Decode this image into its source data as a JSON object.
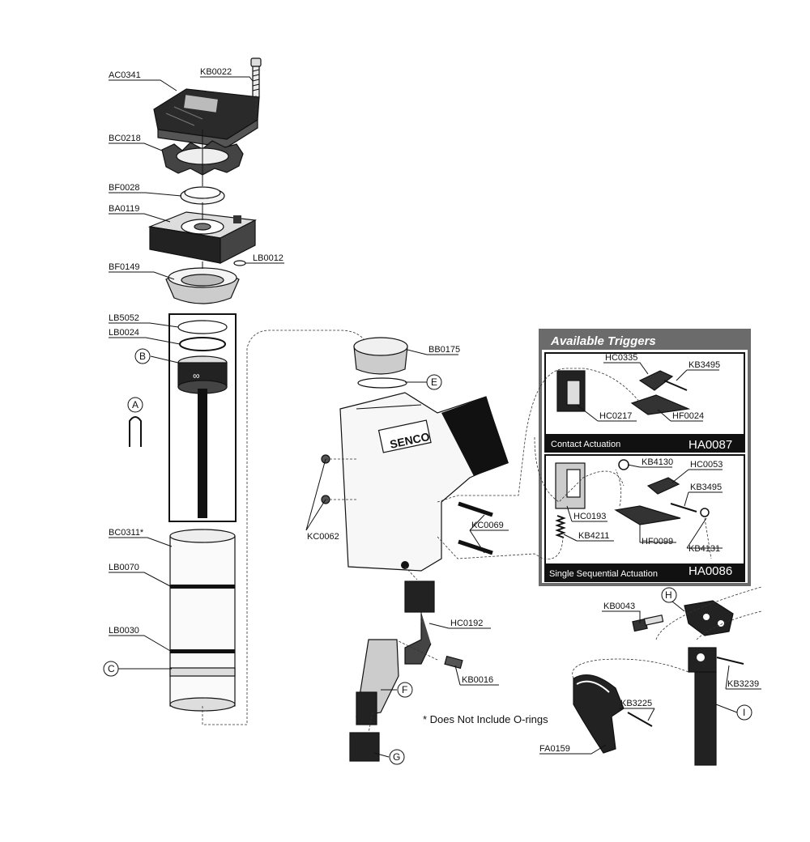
{
  "parts": {
    "ac0341": "AC0341",
    "kb0022": "KB0022",
    "bc0218": "BC0218",
    "bf0028": "BF0028",
    "ba0119": "BA0119",
    "lb0012": "LB0012",
    "bf0149": "BF0149",
    "lb5052": "LB5052",
    "lb0024": "LB0024",
    "bc0311": "BC0311*",
    "lb0070": "LB0070",
    "lb0030": "LB0030",
    "bb0175": "BB0175",
    "kc0062": "KC0062",
    "kc0069": "KC0069",
    "hc0192": "HC0192",
    "kb0016": "KB0016",
    "kb0043": "KB0043",
    "kb3239": "KB3239",
    "kb3225": "KB3225",
    "fa0159": "FA0159",
    "hc0335": "HC0335",
    "kb3495a": "KB3495",
    "hc0217": "HC0217",
    "hf0024": "HF0024",
    "kb4130": "KB4130",
    "hc0053": "HC0053",
    "kb3495b": "KB3495",
    "hc0193": "HC0193",
    "kb4211": "KB4211",
    "hf0099": "HF0099",
    "kb4131": "KB4131"
  },
  "callouts": {
    "a": "A",
    "b": "B",
    "c": "C",
    "e": "E",
    "f": "F",
    "g": "G",
    "h": "H",
    "i": "I"
  },
  "triggers": {
    "title": "Available Triggers",
    "contact_label": "Contact Actuation",
    "contact_code": "HA0087",
    "sequential_label": "Single Sequential Actuation",
    "sequential_code": "HA0086"
  },
  "brand": "SENCO",
  "footnote": "* Does Not Include O-rings",
  "colors": {
    "ink": "#111111",
    "panel_header": "#6b6b6b",
    "panel_bg": "#ffffff",
    "part_fill": "#dcdcdc",
    "part_dark": "#2a2a2a"
  }
}
